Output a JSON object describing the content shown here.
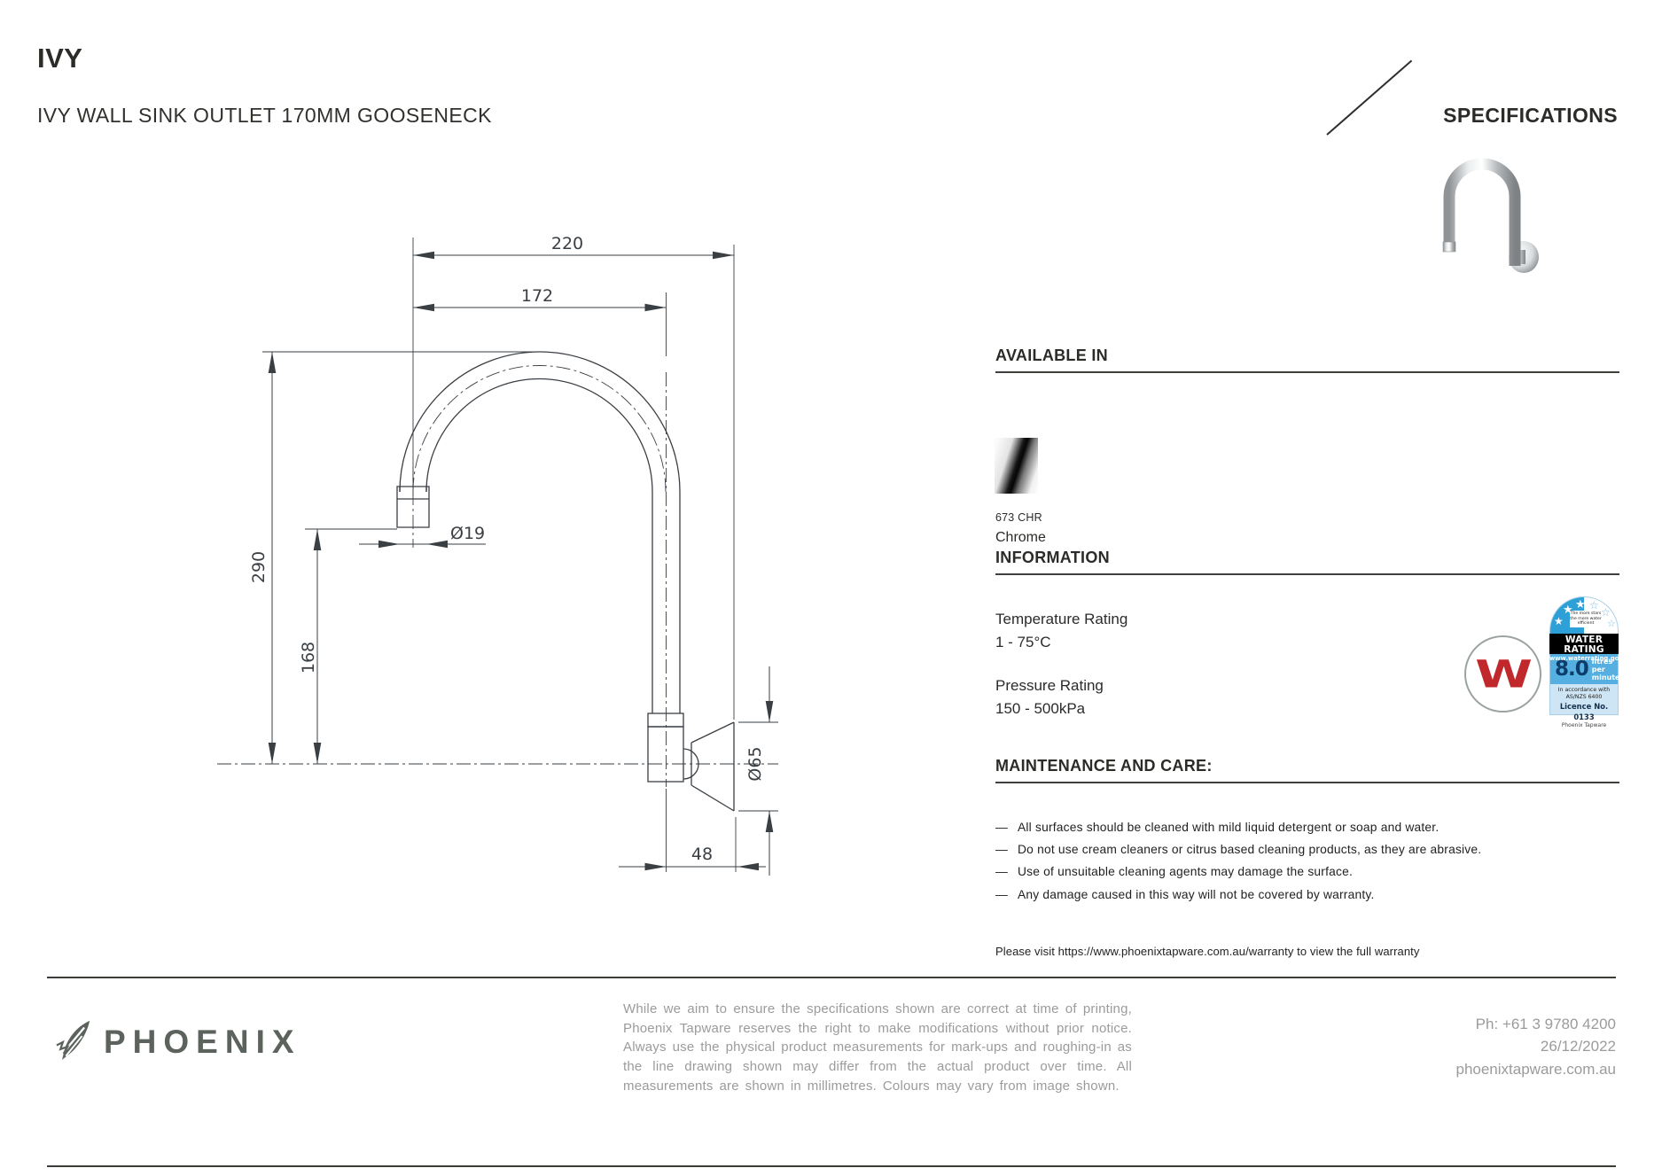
{
  "header": {
    "brand_title": "IVY",
    "product_name": "IVY WALL SINK OUTLET 170MM GOOSENECK",
    "spec_label": "SPECIFICATIONS"
  },
  "drawing": {
    "dim_overall_width": "220",
    "dim_spout_width": "172",
    "dim_overall_height": "290",
    "dim_outlet_height": "168",
    "dim_spout_diameter": "Ø19",
    "dim_flange_diameter": "Ø65",
    "dim_projection": "48"
  },
  "available_in": {
    "heading": "AVAILABLE IN",
    "finishes": [
      {
        "code": "673 CHR",
        "name": "Chrome"
      }
    ]
  },
  "information": {
    "heading": "INFORMATION",
    "items": [
      {
        "label": "Temperature Rating",
        "value": "1 - 75°C"
      },
      {
        "label": "Pressure Rating",
        "value": "150 - 500kPa"
      }
    ]
  },
  "badges": {
    "watermark_letter": "W",
    "wels": {
      "tagline": "The more stars the more water efficient",
      "band_title": "WATER RATING",
      "band_url": "www.waterrating.gov.au",
      "flow_value": "8.0",
      "flow_unit_line1": "litres per",
      "flow_unit_line2": "minute",
      "accordance": "In accordance with AS/NZS 6400",
      "licence": "Licence No. 0133",
      "licensee": "Phoenix Tapware"
    }
  },
  "maintenance": {
    "heading": "MAINTENANCE AND CARE:",
    "bullets": [
      "All surfaces should be cleaned with mild liquid detergent or soap and water.",
      "Do not use cream cleaners or citrus based cleaning products, as they are abrasive.",
      "Use of unsuitable cleaning agents may damage the surface.",
      "Any damage caused in this way will not be covered by warranty."
    ],
    "warranty_note": "Please visit https://www.phoenixtapware.com.au/warranty to view the full warranty"
  },
  "footer": {
    "brand": "PHOENIX",
    "disclaimer": "While we aim to ensure the specifications shown are correct at time of printing, Phoenix Tapware reserves the right to make modifications without prior notice. Always use the physical product measurements for mark-ups and roughing-in as the line drawing shown may differ from the actual product over time. All measurements are shown in millimetres. Colours may vary from image shown.",
    "phone": "Ph: +61 3 9780 4200",
    "date": "26/12/2022",
    "website": "phoenixtapware.com.au"
  },
  "colors": {
    "text_dark": "#2b2b27",
    "gray_text": "#9b9b9b",
    "logo_green": "#5c625c",
    "watermark_red": "#c1282c",
    "wels_blue": "#2da0d8",
    "drawing_line": "#3a3f44"
  }
}
